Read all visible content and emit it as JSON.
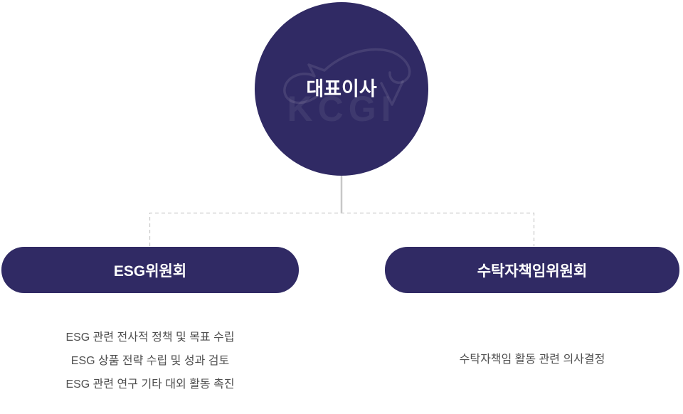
{
  "org_chart": {
    "root": {
      "label": "대표이사",
      "logo_watermark": "KCGI"
    },
    "committees": [
      {
        "label": "ESG위원회",
        "details": [
          "ESG 관련 전사적 정책 및 목표 수립",
          "ESG 상품 전략 수립 및 성과 검토",
          "ESG 관련 연구 기타 대외 활동 촉진"
        ]
      },
      {
        "label": "수탁자책임위원회",
        "details": [
          "수탁자책임 활동 관련 의사결정"
        ]
      }
    ],
    "colors": {
      "node_fill": "#302a64",
      "node_text": "#ffffff",
      "connector_solid": "#c7c7c7",
      "connector_dashed": "#cccccc",
      "detail_text": "#4f4f4f",
      "background": "#ffffff"
    }
  }
}
